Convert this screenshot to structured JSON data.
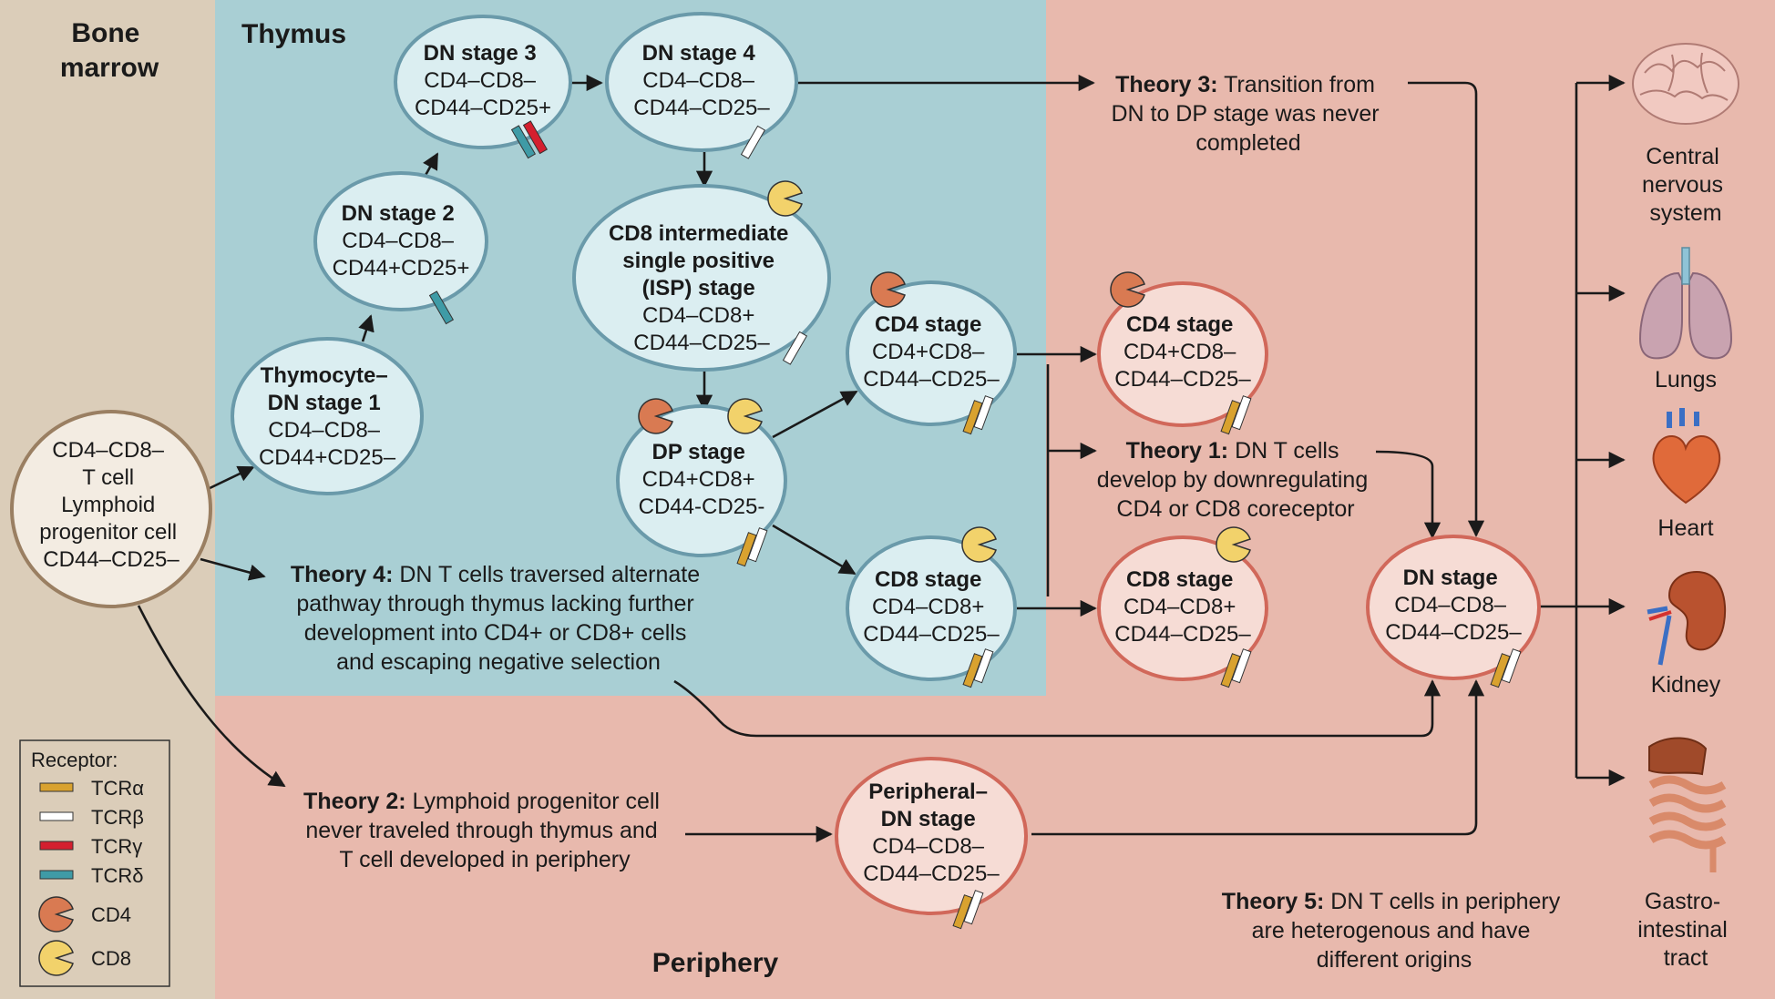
{
  "regions": {
    "bone_marrow": [
      "Bone",
      "marrow"
    ],
    "thymus": "Thymus",
    "periphery": "Periphery"
  },
  "cells": {
    "progenitor": [
      "CD4–CD8–",
      "T cell",
      "Lymphoid",
      "progenitor cell",
      "CD44–CD25–"
    ],
    "dn1": {
      "title": [
        "Thymocyte–",
        "DN stage 1"
      ],
      "lines": [
        "CD4–CD8–",
        "CD44+CD25–"
      ]
    },
    "dn2": {
      "title": [
        "DN stage 2"
      ],
      "lines": [
        "CD4–CD8–",
        "CD44+CD25+"
      ]
    },
    "dn3": {
      "title": [
        "DN stage 3"
      ],
      "lines": [
        "CD4–CD8–",
        "CD44–CD25+"
      ]
    },
    "dn4": {
      "title": [
        "DN stage 4"
      ],
      "lines": [
        "CD4–CD8–",
        "CD44–CD25–"
      ]
    },
    "isp": {
      "title": [
        "CD8 intermediate",
        "single positive",
        "(ISP) stage"
      ],
      "lines": [
        "CD4–CD8+",
        "CD44–CD25–"
      ]
    },
    "dp": {
      "title": [
        "DP stage"
      ],
      "lines": [
        "CD4+CD8+",
        "CD44-CD25-"
      ]
    },
    "cd4_thymus": {
      "title": [
        "CD4 stage"
      ],
      "lines": [
        "CD4+CD8–",
        "CD44–CD25–"
      ]
    },
    "cd8_thymus": {
      "title": [
        "CD8 stage"
      ],
      "lines": [
        "CD4–CD8+",
        "CD44–CD25–"
      ]
    },
    "cd4_periphery": {
      "title": [
        "CD4 stage"
      ],
      "lines": [
        "CD4+CD8–",
        "CD44–CD25–"
      ]
    },
    "cd8_periphery": {
      "title": [
        "CD8 stage"
      ],
      "lines": [
        "CD4–CD8+",
        "CD44–CD25–"
      ]
    },
    "dn_stage": {
      "title": [
        "DN stage"
      ],
      "lines": [
        "CD4–CD8–",
        "CD44–CD25–"
      ]
    },
    "peripheral_dn": {
      "title": [
        "Peripheral–",
        "DN stage"
      ],
      "lines": [
        "CD4–CD8–",
        "CD44–CD25–"
      ]
    }
  },
  "theories": {
    "t1": {
      "label": "Theory 1:",
      "lines": [
        "DN T cells",
        "develop by downregulating",
        "CD4 or CD8 coreceptor"
      ]
    },
    "t2": {
      "label": "Theory 2:",
      "lines": [
        "Lymphoid progenitor cell",
        "never traveled through thymus and",
        "T cell developed in periphery"
      ]
    },
    "t3": {
      "label": "Theory 3:",
      "lines": [
        "Transition from",
        "DN to DP stage was never",
        "completed"
      ]
    },
    "t4": {
      "label": "Theory 4:",
      "lines": [
        "DN T cells traversed alternate",
        "pathway through thymus lacking further",
        "development into CD4+ or CD8+ cells",
        "and escaping negative selection"
      ]
    },
    "t5": {
      "label": "Theory 5:",
      "lines": [
        "DN T cells in periphery",
        "are heterogenous and have",
        "different origins"
      ]
    }
  },
  "organs": [
    {
      "icon": "brain-icon",
      "label": [
        "Central",
        "nervous",
        "system"
      ]
    },
    {
      "icon": "lungs-icon",
      "label": [
        "Lungs"
      ]
    },
    {
      "icon": "heart-icon",
      "label": [
        "Heart"
      ]
    },
    {
      "icon": "kidney-icon",
      "label": [
        "Kidney"
      ]
    },
    {
      "icon": "gastrointestinal-icon",
      "label": [
        "Gastro-",
        "intestinal",
        "tract"
      ]
    }
  ],
  "legend": {
    "title": "Receptor:",
    "items": [
      {
        "label": "TCRα",
        "color": "#d9a22f",
        "kind": "bar"
      },
      {
        "label": "TCRβ",
        "color": "#ffffff",
        "kind": "bar"
      },
      {
        "label": "TCRγ",
        "color": "#d41f2f",
        "kind": "bar"
      },
      {
        "label": "TCRδ",
        "color": "#3f9ba6",
        "kind": "bar"
      },
      {
        "label": "CD4",
        "color": "#d97a52",
        "kind": "pac"
      },
      {
        "label": "CD8",
        "color": "#f2d26b",
        "kind": "pac"
      }
    ]
  },
  "colors": {
    "bone_marrow_bg": "#dbcdb9",
    "thymus_bg": "#a9cfd4",
    "periphery_bg": "#e8b9ad",
    "thymus_cell_fill": "#dbeef1",
    "thymus_cell_stroke": "#6a9aaa",
    "periph_cell_fill": "#f6dcd5",
    "periph_cell_stroke": "#d1685a",
    "progenitor_fill": "#f3ece2",
    "progenitor_stroke": "#9a7f62",
    "tcr_alpha": "#d9a22f",
    "tcr_beta": "#ffffff",
    "tcr_gamma": "#d41f2f",
    "tcr_delta": "#3f9ba6",
    "cd4": "#d97a52",
    "cd8": "#f2d26b"
  }
}
